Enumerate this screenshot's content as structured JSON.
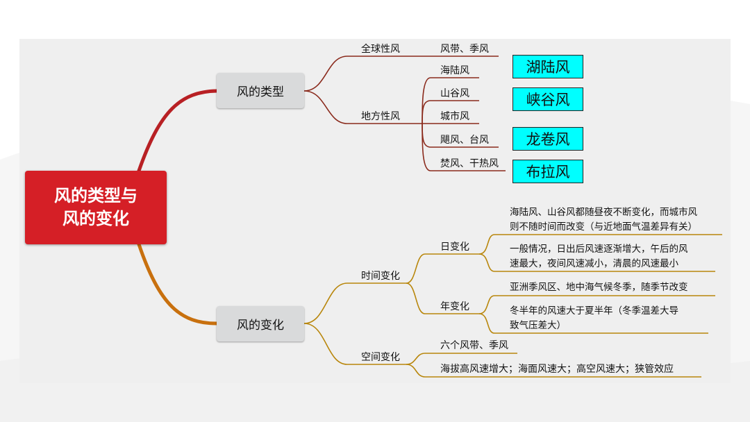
{
  "root": {
    "line1": "风的类型与",
    "line2": "风的变化"
  },
  "types": {
    "label": "风的类型",
    "global": {
      "label": "全球性风",
      "child": "风带、季风"
    },
    "local": {
      "label": "地方性风",
      "items": [
        "海陆风",
        "山谷风",
        "城市风",
        "飓风、台风",
        "焚风、干热风"
      ]
    },
    "callouts": [
      "湖陆风",
      "峡谷风",
      "龙卷风",
      "布拉风"
    ]
  },
  "changes": {
    "label": "风的变化",
    "time": {
      "label": "时间变化",
      "daily": {
        "label": "日变化",
        "p1": [
          "海陆风、山谷风都随昼夜不断变化，而城市风",
          "则不随时间而改变（与近地面气温差异有关）"
        ],
        "p2": [
          "一般情况，日出后风速逐渐增大，午后的风",
          "速最大，夜间风速减小，清晨的风速最小"
        ]
      },
      "yearly": {
        "label": "年变化",
        "p1": [
          "亚洲季风区、地中海气候冬季，随季节改变"
        ],
        "p2": [
          "冬半年的风速大于夏半年（冬季温差大导",
          "致气压差大）"
        ]
      }
    },
    "space": {
      "label": "空间变化",
      "items": [
        "六个风带、季风",
        "海拔高风速增大；海面风速大；高空风速大；狭管效应"
      ]
    }
  },
  "colors": {
    "root": "#d51f26",
    "branch_top": "#b82024",
    "branch_bottom": "#c8700e",
    "sub_top": "#8a2a1c",
    "sub_bottom": "#b8860b",
    "callout": "#00ffff"
  }
}
